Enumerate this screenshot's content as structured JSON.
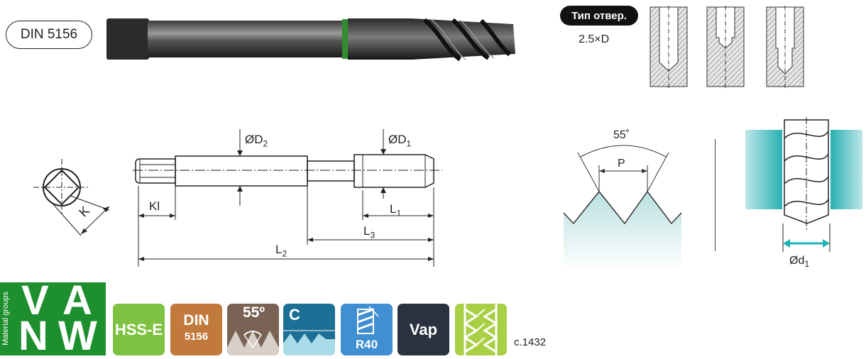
{
  "standard": "DIN 5156",
  "hole_type": {
    "label": "Тип отвер.",
    "depth": "2.5×D"
  },
  "dimensions": {
    "d2": "D2",
    "d1": "D1",
    "kl": "Kl",
    "l1": "L1",
    "l3": "L3",
    "l2": "L2",
    "k": "K"
  },
  "thread": {
    "angle": "55˚",
    "pitch": "P"
  },
  "cut": {
    "dia": "d1"
  },
  "material": {
    "side_label": "Material groups",
    "letters": [
      "V",
      "A",
      "N",
      "W"
    ]
  },
  "badges": {
    "hss": "HSS-E",
    "din_top": "DIN",
    "din_bottom": "5156",
    "angle": "55º",
    "chamfer": "C",
    "helix": "R40",
    "coating": "Vap"
  },
  "page_ref": "c.1432",
  "colors": {
    "material_green": "#1d8f2e",
    "hss_green": "#7fc241",
    "din_brown": "#c27a3c",
    "angle_brown": "#7a6355",
    "chamfer_blue": "#1e6f95",
    "helix_blue": "#3f8fd2",
    "coating_navy": "#2a3140",
    "thread_lime": "#a9cf45",
    "teal": "#1fb3b5"
  }
}
